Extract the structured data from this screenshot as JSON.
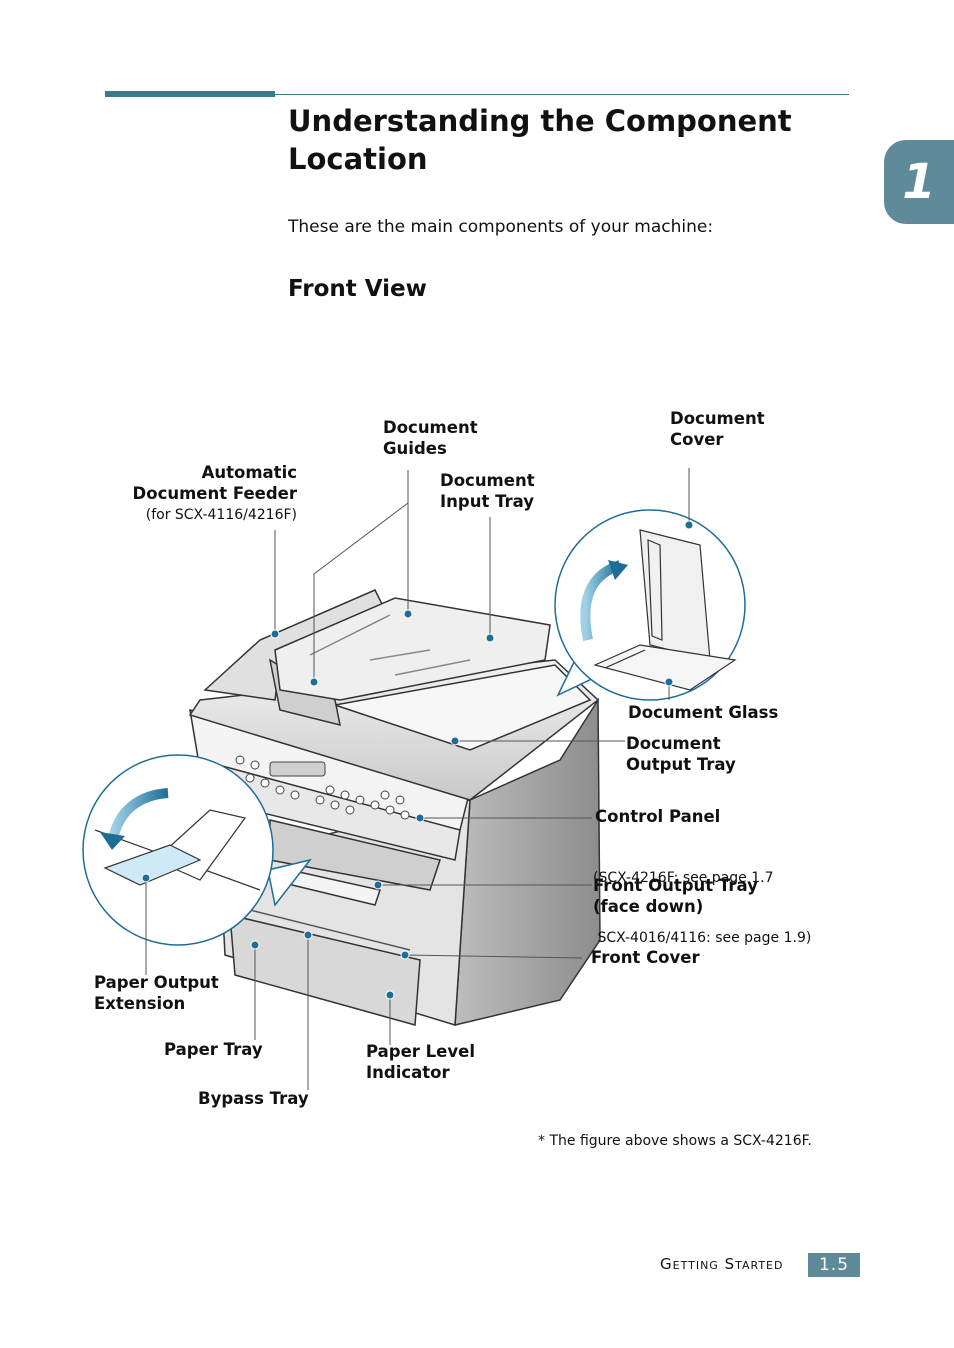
{
  "header": {
    "title_line1": "Understanding the Component",
    "title_line2": "Location",
    "chapter_number": "1",
    "accent_color": "#3e7a8c"
  },
  "intro": "These are the main components of your machine:",
  "section_title": "Front View",
  "labels": {
    "document_guides": [
      "Document",
      "Guides"
    ],
    "document_cover": [
      "Document",
      "Cover"
    ],
    "automatic_document_feeder": [
      "Automatic",
      "Document Feeder"
    ],
    "adf_note": "(for SCX-4116/4216F)",
    "document_input_tray": [
      "Document",
      "Input Tray"
    ],
    "document_glass": "Document Glass",
    "document_output_tray": [
      "Document",
      "Output Tray"
    ],
    "control_panel": "Control Panel",
    "control_panel_notes": [
      "(SCX-4216F: see page 1.7",
      " SCX-4016/4116: see page 1.9)"
    ],
    "front_output_tray": [
      "Front Output Tray",
      "(face down)"
    ],
    "front_cover": "Front Cover",
    "paper_output_extension": [
      "Paper Output",
      "Extension"
    ],
    "paper_tray": "Paper Tray",
    "paper_level_indicator": [
      "Paper Level",
      "Indicator"
    ],
    "bypass_tray": "Bypass Tray"
  },
  "figure_note": "* The figure above shows a SCX-4216F.",
  "footer": {
    "section": "Getting Started",
    "page": "1.5",
    "badge_color": "#5f8a99"
  }
}
